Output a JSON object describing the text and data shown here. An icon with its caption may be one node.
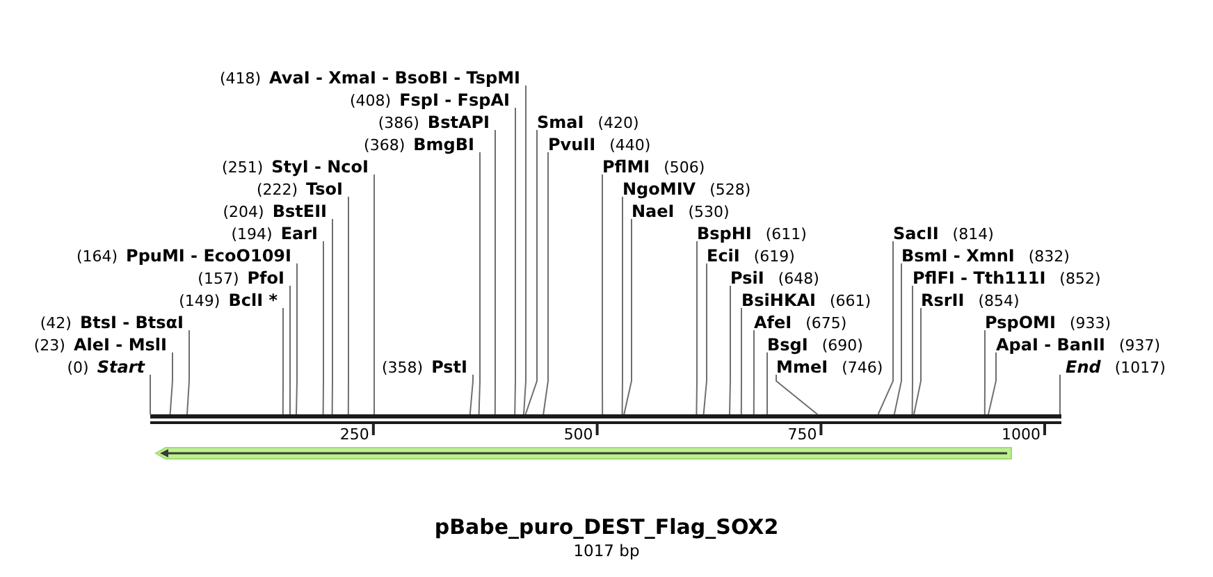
{
  "diagram": {
    "title": "pBabe_puro_DEST_Flag_SOX2",
    "caption": "1017 bp",
    "nodes": [
      {
        "text": [
          "(0)",
          "Start"
        ]
      },
      {
        "text": [
          "(23)",
          "AleI - MslI"
        ]
      },
      {
        "text": [
          "(42)",
          "BtsI - BtsαI"
        ]
      },
      {
        "text": [
          "(149)",
          "BclI *"
        ]
      },
      {
        "text": [
          "(157)",
          "PfoI"
        ]
      },
      {
        "text": [
          "(164)",
          "PpuMI - EcoO109I"
        ]
      },
      {
        "text": [
          "(194)",
          "EarI"
        ]
      },
      {
        "text": [
          "(204)",
          "BstEII"
        ]
      },
      {
        "text": [
          "(222)",
          "TsoI"
        ]
      },
      {
        "text": [
          "(251)",
          "StyI - NcoI"
        ]
      },
      {
        "text": [
          "(358)",
          "PstI"
        ]
      },
      {
        "text": [
          "(368)",
          "BmgBI"
        ]
      },
      {
        "text": [
          "(386)",
          "BstAPI"
        ]
      },
      {
        "text": [
          "(408)",
          "FspI - FspAI"
        ]
      },
      {
        "text": [
          "(418)",
          "AvaI - XmaI - BsoBI - TspMI"
        ]
      },
      {
        "text": [
          "SmaI",
          "(420)"
        ]
      },
      {
        "text": [
          "PvuII",
          "(440)"
        ]
      },
      {
        "text": [
          "PflMI",
          "(506)"
        ]
      },
      {
        "text": [
          "NgoMIV",
          "(528)"
        ]
      },
      {
        "text": [
          "NaeI",
          "(530)"
        ]
      },
      {
        "text": [
          "BspHI",
          "(611)"
        ]
      },
      {
        "text": [
          "EciI",
          "(619)"
        ]
      },
      {
        "text": [
          "PsiI",
          "(648)"
        ]
      },
      {
        "text": [
          "BsiHKAI",
          "(661)"
        ]
      },
      {
        "text": [
          "AfeI",
          "(675)"
        ]
      },
      {
        "text": [
          "BsgI",
          "(690)"
        ]
      },
      {
        "text": [
          "MmeI",
          "(746)"
        ]
      },
      {
        "text": [
          "SacII",
          "(814)"
        ]
      },
      {
        "text": [
          "BsmI - XmnI",
          "(832)"
        ]
      },
      {
        "text": [
          "PflFI - Tth111I",
          "(852)"
        ]
      },
      {
        "text": [
          "RsrII",
          "(854)"
        ]
      },
      {
        "text": [
          "PspOMI",
          "(933)"
        ]
      },
      {
        "text": [
          "ApaI - BanII",
          "(937)"
        ]
      },
      {
        "text": [
          "End",
          "(1017)"
        ]
      },
      {
        "text": [],
        "shape": "bar"
      }
    ],
    "edges": [
      {
        "from": 0,
        "to": 34,
        "arrow": "none"
      },
      {
        "from": 1,
        "to": 34,
        "arrow": "none"
      },
      {
        "from": 2,
        "to": 34,
        "arrow": "none"
      },
      {
        "from": 3,
        "to": 34,
        "arrow": "none"
      },
      {
        "from": 4,
        "to": 34,
        "arrow": "none"
      },
      {
        "from": 5,
        "to": 34,
        "arrow": "none"
      },
      {
        "from": 6,
        "to": 34,
        "arrow": "none"
      },
      {
        "from": 7,
        "to": 34,
        "arrow": "none"
      },
      {
        "from": 8,
        "to": 34,
        "arrow": "none"
      },
      {
        "from": 9,
        "to": 34,
        "arrow": "none"
      },
      {
        "from": 10,
        "to": 34,
        "arrow": "none"
      },
      {
        "from": 11,
        "to": 34,
        "arrow": "none"
      },
      {
        "from": 12,
        "to": 34,
        "arrow": "none"
      },
      {
        "from": 13,
        "to": 34,
        "arrow": "none"
      },
      {
        "from": 14,
        "to": 34,
        "arrow": "none"
      },
      {
        "from": 15,
        "to": 34,
        "arrow": "none"
      },
      {
        "from": 16,
        "to": 34,
        "arrow": "none"
      },
      {
        "from": 17,
        "to": 34,
        "arrow": "none"
      },
      {
        "from": 18,
        "to": 34,
        "arrow": "none"
      },
      {
        "from": 19,
        "to": 34,
        "arrow": "none"
      },
      {
        "from": 20,
        "to": 34,
        "arrow": "none"
      },
      {
        "from": 21,
        "to": 34,
        "arrow": "none"
      },
      {
        "from": 22,
        "to": 34,
        "arrow": "none"
      },
      {
        "from": 23,
        "to": 34,
        "arrow": "none"
      },
      {
        "from": 24,
        "to": 34,
        "arrow": "none"
      },
      {
        "from": 25,
        "to": 34,
        "arrow": "none"
      },
      {
        "from": 26,
        "to": 34,
        "arrow": "none"
      },
      {
        "from": 27,
        "to": 34,
        "arrow": "none"
      },
      {
        "from": 28,
        "to": 34,
        "arrow": "none"
      },
      {
        "from": 29,
        "to": 34,
        "arrow": "none"
      },
      {
        "from": 30,
        "to": 34,
        "arrow": "none"
      },
      {
        "from": 31,
        "to": 34,
        "arrow": "none"
      },
      {
        "from": 32,
        "to": 34,
        "arrow": "none"
      },
      {
        "from": 33,
        "to": 34,
        "arrow": "none"
      }
    ],
    "labels": [
      "250",
      "500",
      "750",
      "1000"
    ]
  }
}
